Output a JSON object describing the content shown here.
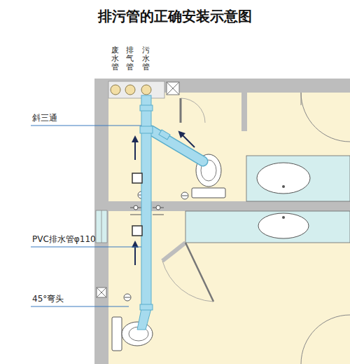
{
  "diagram": {
    "title": "排污管的正确安装示意图",
    "labels": [
      "废水管",
      "排气管",
      "污水管",
      "斜三通",
      "PVC排水管φ110",
      "45°弯头"
    ]
  }
}
